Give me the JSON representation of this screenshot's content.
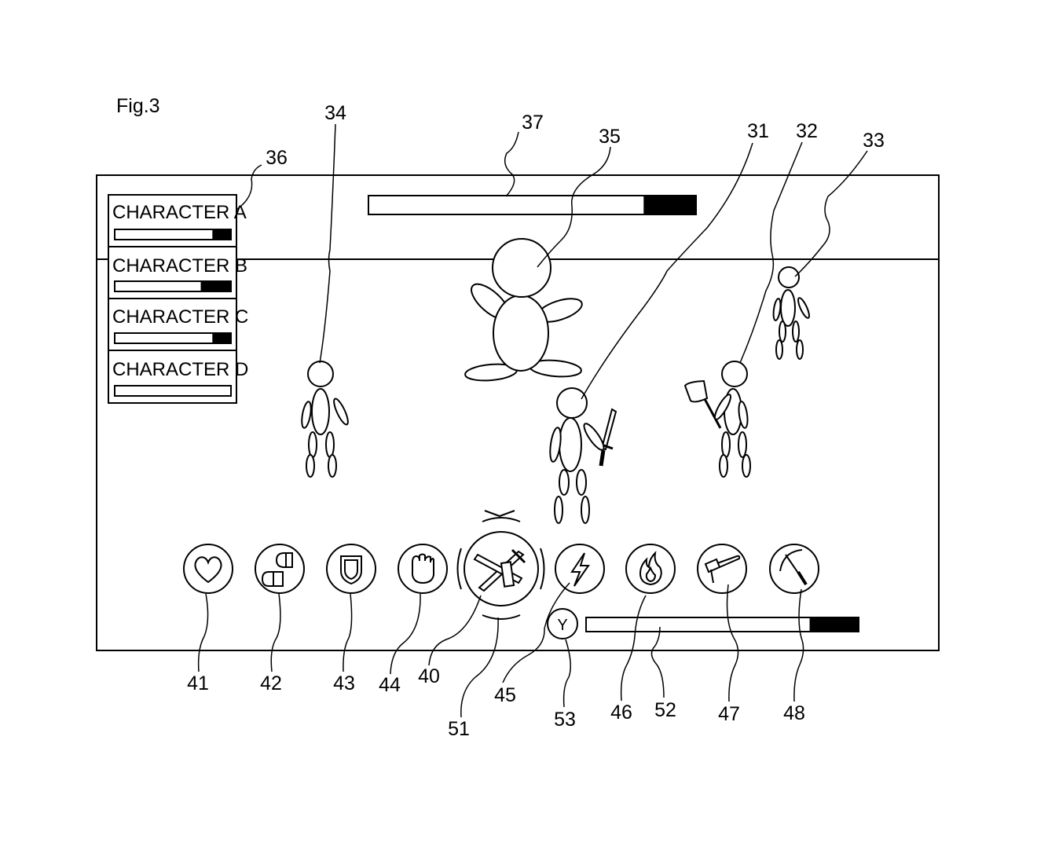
{
  "figure": {
    "caption": "Fig.3"
  },
  "character_panel": {
    "characters": [
      {
        "name": "CHARACTER A",
        "hp_fraction": 0.84
      },
      {
        "name": "CHARACTER B",
        "hp_fraction": 0.74
      },
      {
        "name": "CHARACTER C",
        "hp_fraction": 0.84
      },
      {
        "name": "CHARACTER D",
        "hp_fraction": 1.0
      }
    ]
  },
  "boss_gauge": {
    "fill_fraction": 0.84
  },
  "special_gauge": {
    "fill_fraction": 0.82
  },
  "y_button": {
    "label": "Y"
  },
  "action_icons": [
    {
      "ref": "41",
      "icon": "heart-icon"
    },
    {
      "ref": "42",
      "icon": "capsules-icon"
    },
    {
      "ref": "43",
      "icon": "shield-icon"
    },
    {
      "ref": "44",
      "icon": "fist-icon"
    },
    {
      "ref": "40",
      "icon": "crossed-weapons-icon",
      "selected": true
    },
    {
      "ref": "45",
      "icon": "lightning-icon"
    },
    {
      "ref": "46",
      "icon": "fire-icon"
    },
    {
      "ref": "47",
      "icon": "hammer-icon"
    },
    {
      "ref": "48",
      "icon": "crossbow-icon"
    }
  ],
  "reference_numerals": {
    "r31": "31",
    "r32": "32",
    "r33": "33",
    "r34": "34",
    "r35": "35",
    "r36": "36",
    "r37": "37",
    "r40": "40",
    "r41": "41",
    "r42": "42",
    "r43": "43",
    "r44": "44",
    "r45": "45",
    "r46": "46",
    "r47": "47",
    "r48": "48",
    "r51": "51",
    "r52": "52",
    "r53": "53"
  }
}
